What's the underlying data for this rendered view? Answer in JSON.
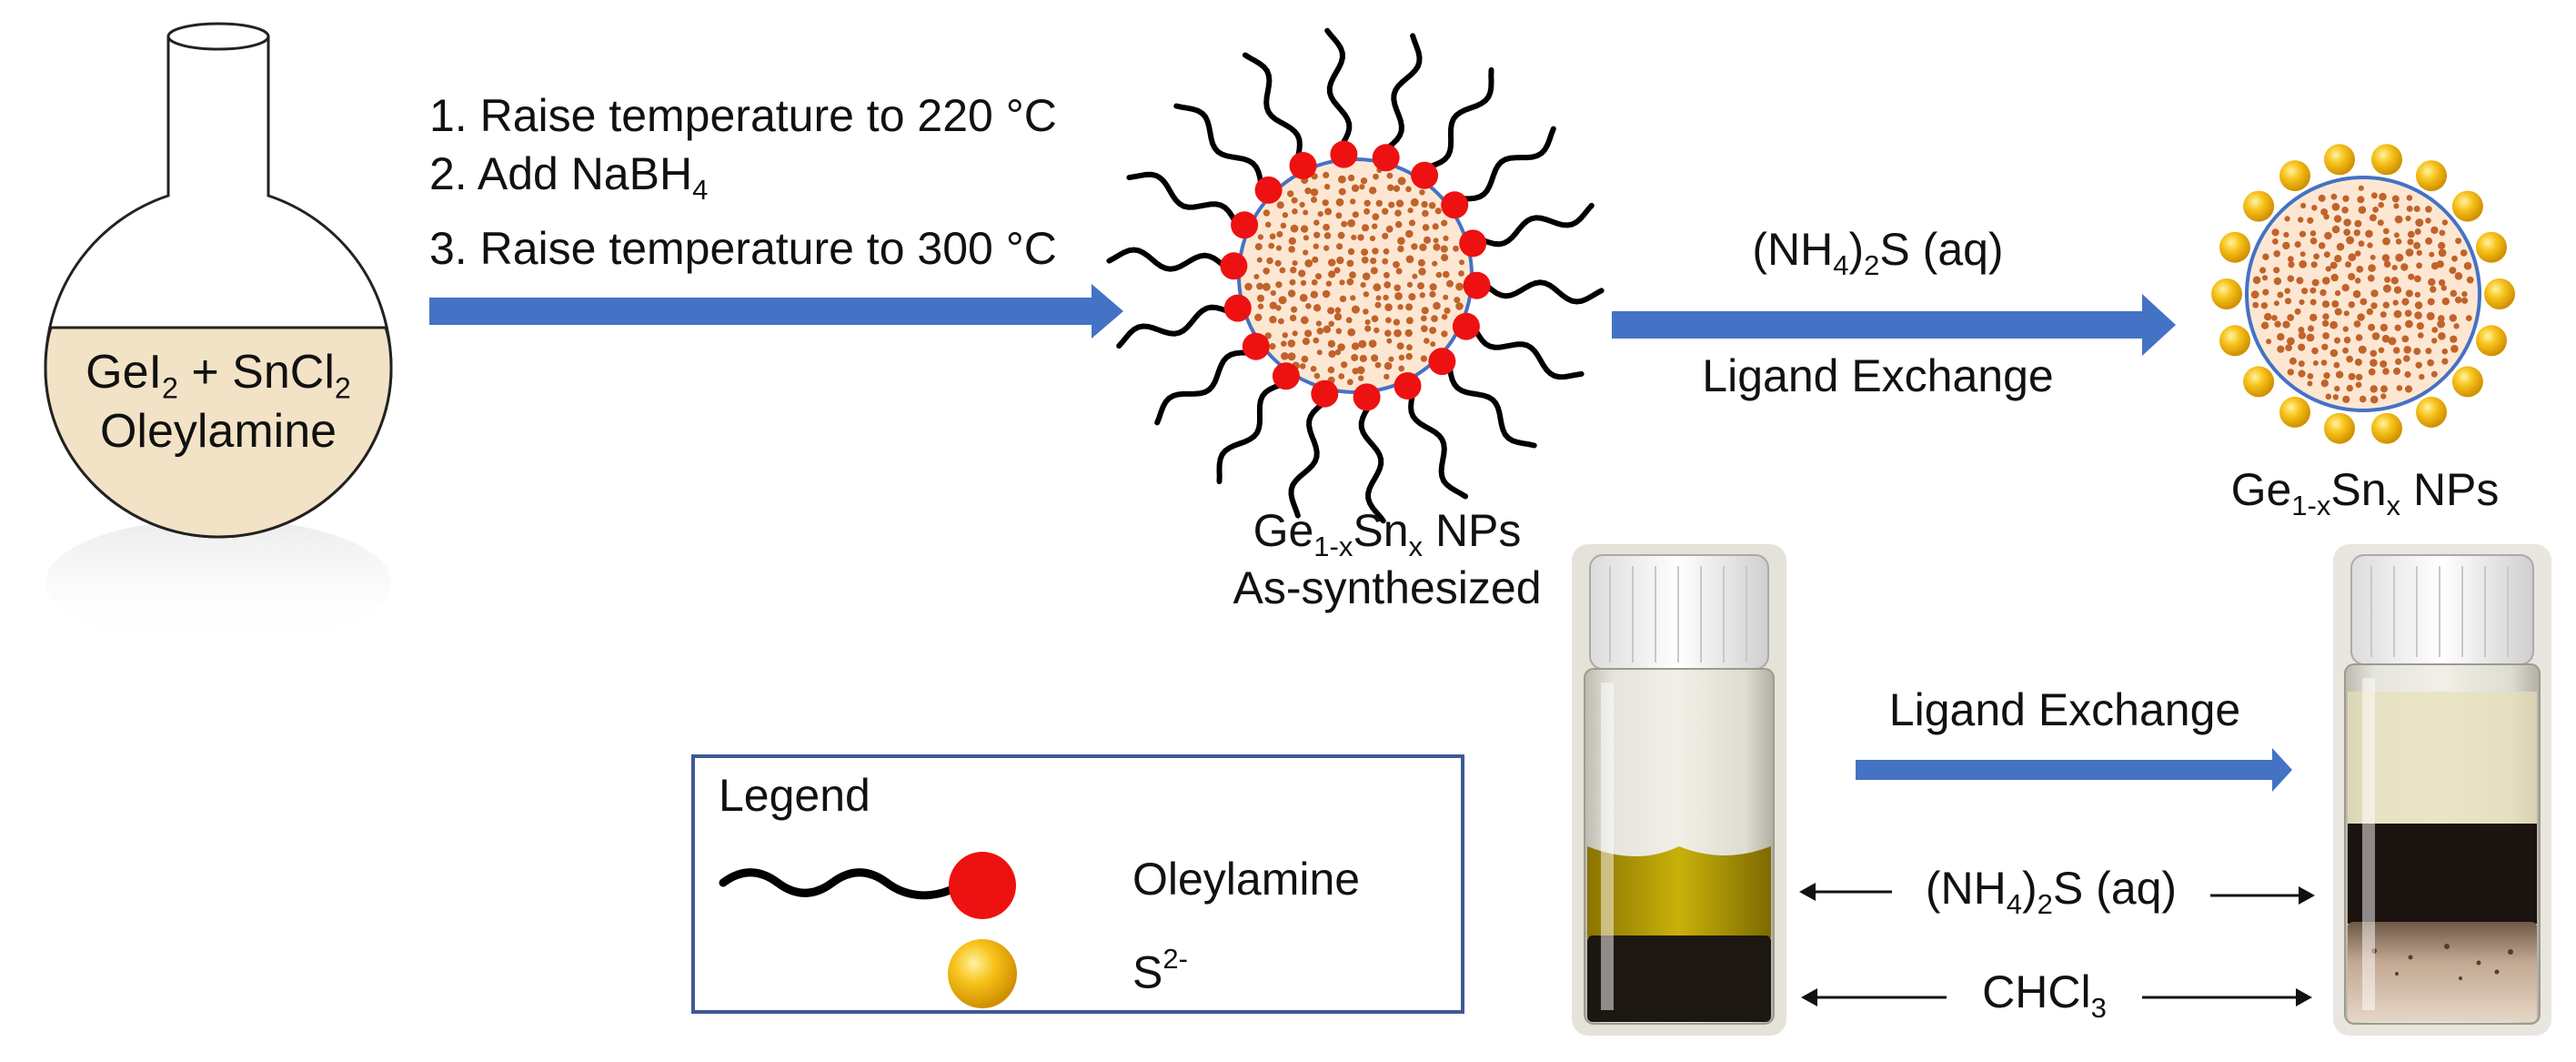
{
  "flask": {
    "reagents_line1": {
      "base": "GeI",
      "sub1": "2",
      "mid": " + SnCl",
      "sub2": "2"
    },
    "reagents_line2": "Oleylamine"
  },
  "steps": [
    {
      "num": "1.",
      "text": "Raise temperature to 220 °C"
    },
    {
      "num": "2.",
      "text": "Add NaBH",
      "sub": "4"
    },
    {
      "num": "3.",
      "text": "Raise temperature to 300 °C"
    }
  ],
  "np_synth_label": {
    "pre": "Ge",
    "sub1": "1-x",
    "mid": "Sn",
    "sub2": "x",
    "post": " NPs",
    "line2": "As-synthesized"
  },
  "exchange_top": {
    "reagent_pre": "(NH",
    "reagent_sub1": "4",
    "reagent_mid": ")",
    "reagent_sub2": "2",
    "reagent_post": "S (aq)",
    "label": "Ligand Exchange"
  },
  "np_exchanged_label": {
    "pre": "Ge",
    "sub1": "1-x",
    "mid": "Sn",
    "sub2": "x",
    "post": " NPs"
  },
  "vial_exchange_label": "Ligand Exchange",
  "phase_labels": {
    "aqueous": {
      "pre": "(NH",
      "sub1": "4",
      "mid": ")",
      "sub2": "2",
      "post": "S (aq)"
    },
    "organic": {
      "pre": "CHCl",
      "sub": "3"
    }
  },
  "legend": {
    "title": "Legend",
    "items": [
      {
        "label": "Oleylamine",
        "icon": "oleylamine-ligand-icon",
        "color": "#ee1111"
      },
      {
        "label_pre": "S",
        "label_sup": "2-",
        "icon": "sulfide-ion-icon",
        "color": "#f5b800"
      }
    ]
  },
  "colors": {
    "arrow": "#4472c4",
    "np_core": "#fde7d3",
    "np_dots": "#c0632b",
    "np_rim": "#4472c4",
    "oleylamine_head": "#ee1111",
    "sulfide": "#f5b800",
    "flask_liquid": "#f2e3c6"
  }
}
